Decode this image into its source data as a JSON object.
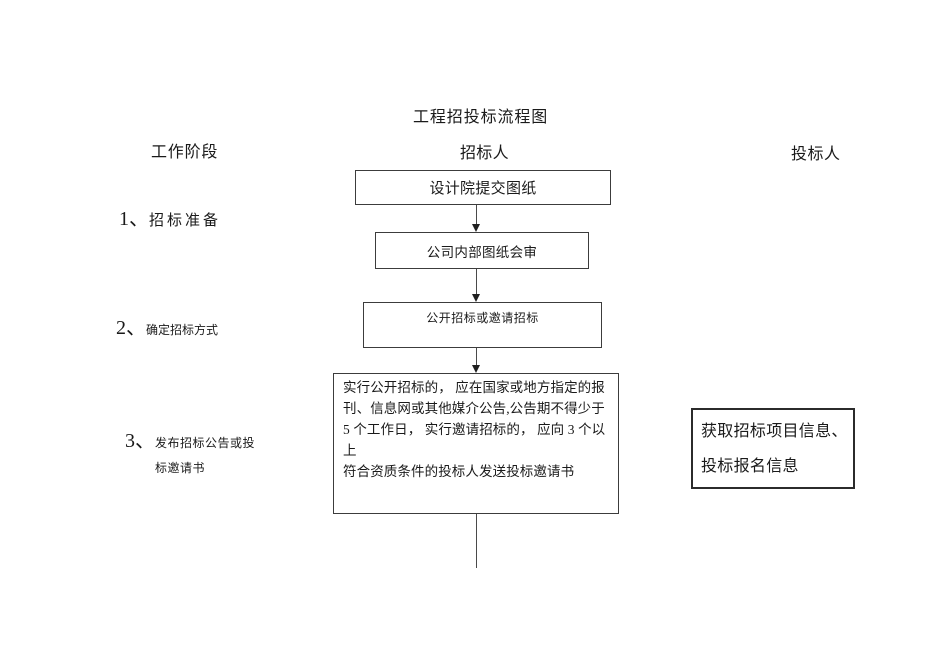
{
  "page": {
    "title": "工程招投标流程图"
  },
  "headers": {
    "stage_column": "工作阶段",
    "tenderer_column": "招标人",
    "bidder_column": "投标人"
  },
  "stages": [
    {
      "number": "1、",
      "label": "招标准备"
    },
    {
      "number": "2、",
      "label": "确定招标方式"
    },
    {
      "number": "3、",
      "label": "发布招标公告或投\n标邀请书"
    }
  ],
  "flowchart": {
    "design_box": "设计院提交图纸",
    "review_box": "公司内部图纸会审",
    "method_box": "公开招标或邀请招标",
    "announce_box": "实行公开招标的， 应在国家或地方指定的报\n刊、信息网或其他媒介公告,公告期不得少于\n5 个工作日， 实行邀请招标的， 应向 3 个以上\n符合资质条件的投标人发送投标邀请书",
    "bidder_info_box": "获取招标项目信息、\n投标报名信息"
  }
}
